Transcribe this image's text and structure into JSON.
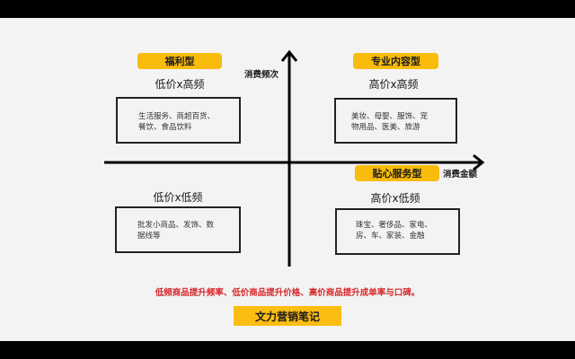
{
  "diagram": {
    "axes": {
      "y_label": "消费频次",
      "x_label": "消费金额",
      "color": "#000000"
    },
    "quadrants": [
      {
        "position": "top-left",
        "tag": "福利型",
        "title": "低价x高频",
        "lines": [
          "生活服务、商超百货、",
          "餐饮、食品饮料"
        ]
      },
      {
        "position": "top-right",
        "tag": "专业内容型",
        "title": "高价x高频",
        "lines": [
          "美妆、母婴、服饰、宠",
          "物用品、医美、旅游"
        ]
      },
      {
        "position": "bottom-left",
        "tag": "",
        "title": "低价x低频",
        "lines": [
          "批发小商品、发饰、数",
          "据线等"
        ]
      },
      {
        "position": "bottom-right",
        "tag": "贴心服务型",
        "title": "高价x低频",
        "lines": [
          "珠宝、奢侈品、家电、",
          "房、车、家装、金融"
        ]
      }
    ],
    "note": "低频商品提升频率、低价商品提升价格、高价商品提升成单率与口碑。",
    "brand": "文力营销笔记",
    "colors": {
      "tag_bg": "#f9bc0c",
      "note_text": "#d6262a",
      "background": "#f3f3f3",
      "frame": "#000000"
    }
  }
}
